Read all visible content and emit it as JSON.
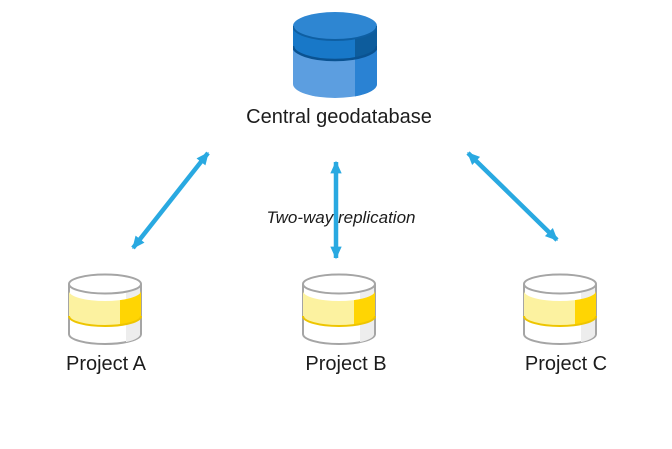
{
  "central": {
    "label": "Central geodatabase",
    "icon": "database-cylinder-blue"
  },
  "replication": {
    "label": "Two-way replication"
  },
  "projects": [
    {
      "label": "Project A",
      "icon": "database-cylinder-yellow"
    },
    {
      "label": "Project B",
      "icon": "database-cylinder-yellow"
    },
    {
      "label": "Project C",
      "icon": "database-cylinder-yellow"
    }
  ],
  "colors": {
    "arrow": "#29A9E1",
    "central_top": "#2E86D2",
    "central_top_edge": "#0E5FA3",
    "central_band": "#1878C8",
    "central_band_shade": "#0D5C9C",
    "central_band_edge": "#0A5291",
    "central_body": "#5C9EE0",
    "central_body_shade": "#2A82D3",
    "project_outline": "#A5A5A5",
    "project_body": "#FFFFFF",
    "project_body_shade": "#EDEDED",
    "project_band": "#FCF2A0",
    "project_band_shade": "#FFD503",
    "project_band_edge": "#EEC500",
    "text": "#1C1C1C",
    "background": "#FFFFFF"
  }
}
